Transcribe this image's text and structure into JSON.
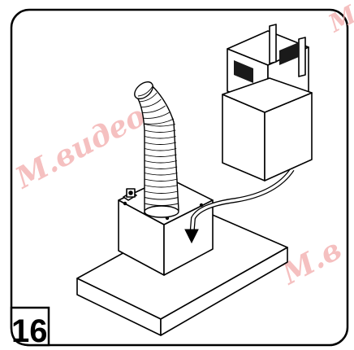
{
  "step": {
    "number": "16"
  },
  "watermark": {
    "text_left": "М.видео",
    "text_right": "М.в",
    "text_top_right": "М",
    "color": "#f4b6b6"
  },
  "colors": {
    "line": "#000000",
    "fill": "#ffffff",
    "shade": "#e6e6e6",
    "grille": "#1a1a1a"
  }
}
